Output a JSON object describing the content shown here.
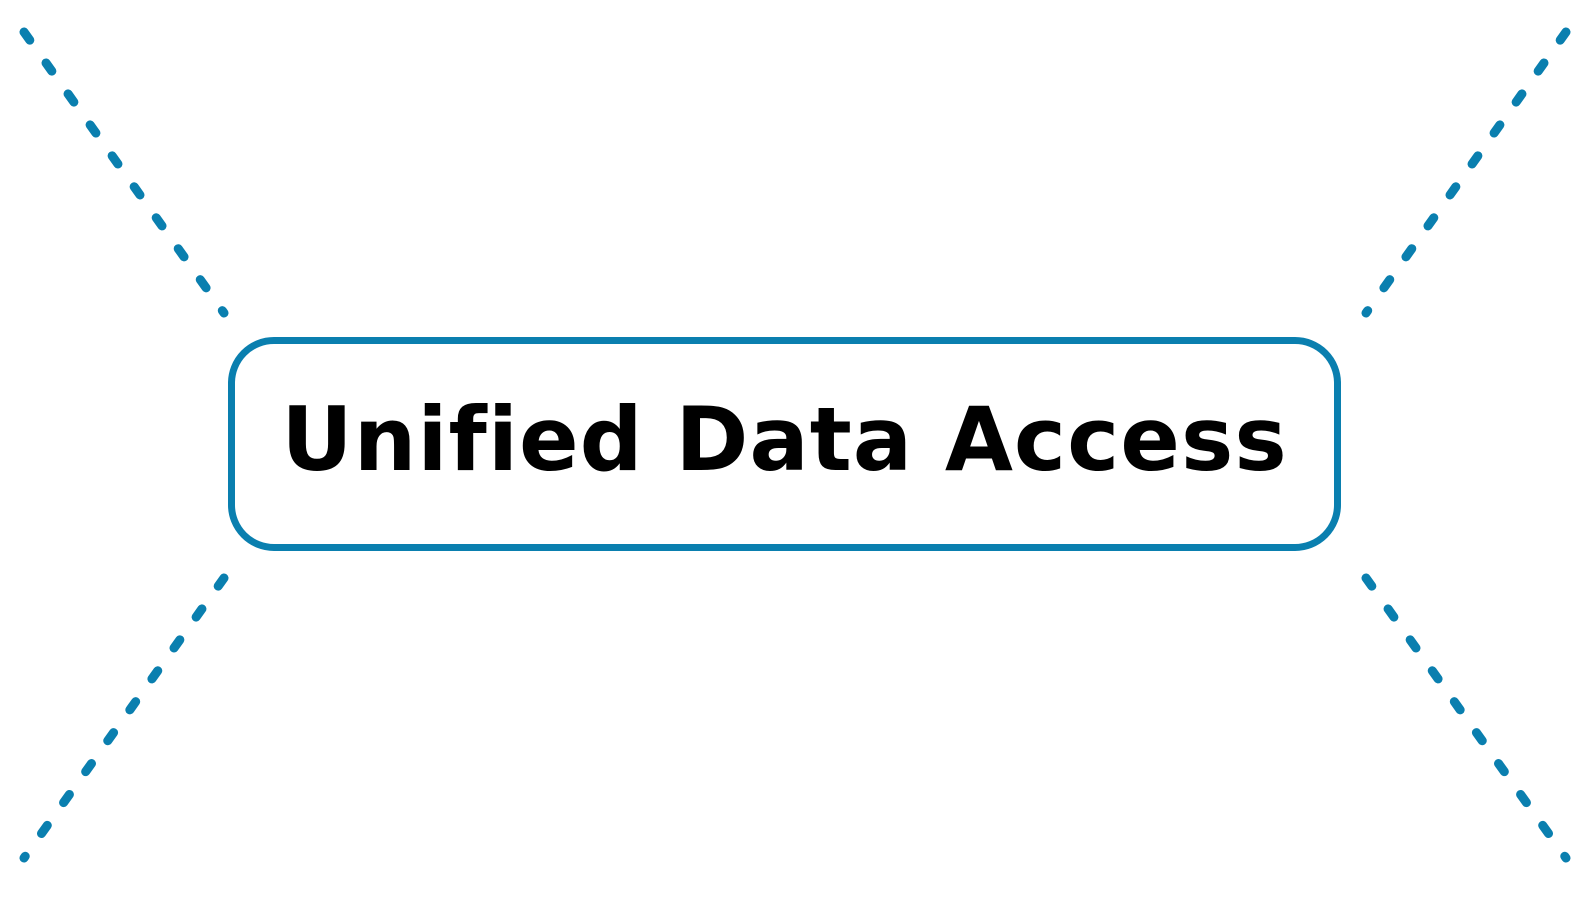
{
  "diagram": {
    "node": {
      "label": "Unified Data Access",
      "border_color": "#0A7FAF",
      "text_color": "#000000"
    },
    "connectors": [
      {
        "name": "top-left",
        "style": "dashed",
        "color": "#0A7FAF"
      },
      {
        "name": "top-right",
        "style": "dashed",
        "color": "#0A7FAF"
      },
      {
        "name": "bottom-left",
        "style": "dashed",
        "color": "#0A7FAF"
      },
      {
        "name": "bottom-right",
        "style": "dashed",
        "color": "#0A7FAF"
      }
    ]
  }
}
